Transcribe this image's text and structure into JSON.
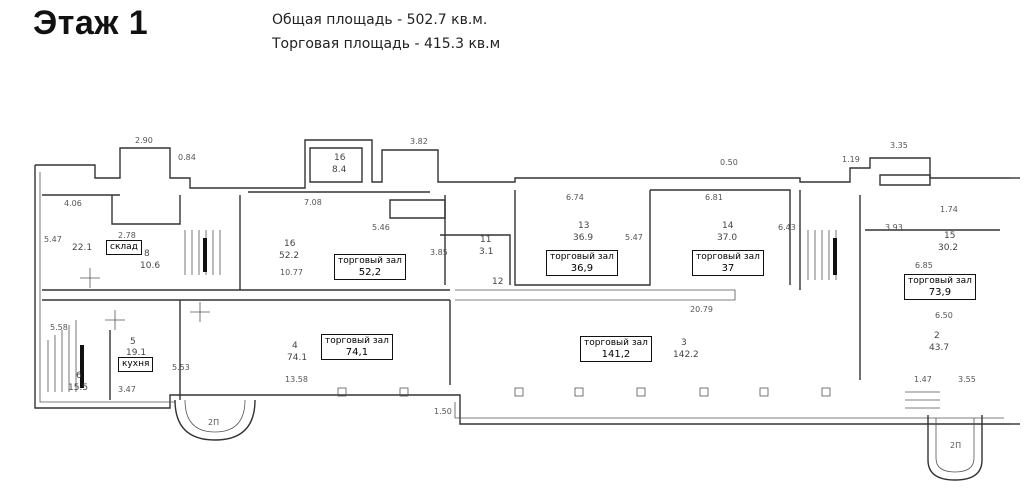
{
  "title": "Этаж 1",
  "totals": {
    "total_area": "Общая площадь - 502.7 кв.м.",
    "retail_area": "Торговая площадь  - 415.3 кв.м"
  },
  "labels": [
    {
      "id": "sklad",
      "name": "склад",
      "value": ""
    },
    {
      "id": "kuhnya",
      "name": "кухня",
      "value": ""
    },
    {
      "id": "zal-16",
      "name": "торговый зал",
      "value": "52,2"
    },
    {
      "id": "zal-4",
      "name": "торговый зал",
      "value": "74,1"
    },
    {
      "id": "zal-13",
      "name": "торговый зал",
      "value": "36,9"
    },
    {
      "id": "zal-14",
      "name": "торговый зал",
      "value": "37"
    },
    {
      "id": "zal-3",
      "name": "торговый зал",
      "value": "141,2"
    },
    {
      "id": "zal-15",
      "name": "торговый зал",
      "value": "73,9"
    }
  ],
  "plan_marks": {
    "room_numbers": [
      "16",
      "8.4",
      "16",
      "52.2",
      "11",
      "3.1",
      "12",
      "13",
      "36.9",
      "14",
      "37.0",
      "15",
      "30.2",
      "2",
      "43.7",
      "3",
      "142.2",
      "4",
      "74.1",
      "5",
      "19.1",
      "6",
      "15.5",
      "8",
      "10.6",
      "22.1"
    ],
    "dimensions": [
      "2.90",
      "3.82",
      "3.35",
      "0.50",
      "7.08",
      "5.46",
      "10.77",
      "6.74",
      "6.81",
      "5.47",
      "6.43",
      "3.85",
      "2.78",
      "3.93",
      "6.85",
      "6.50",
      "20.79",
      "13.58",
      "3.47",
      "5.53",
      "5.58",
      "4.06",
      "5.47",
      "1.47",
      "3.55",
      "1.50",
      "2П",
      "2П",
      "0.84",
      "1.19",
      "1.74"
    ]
  }
}
